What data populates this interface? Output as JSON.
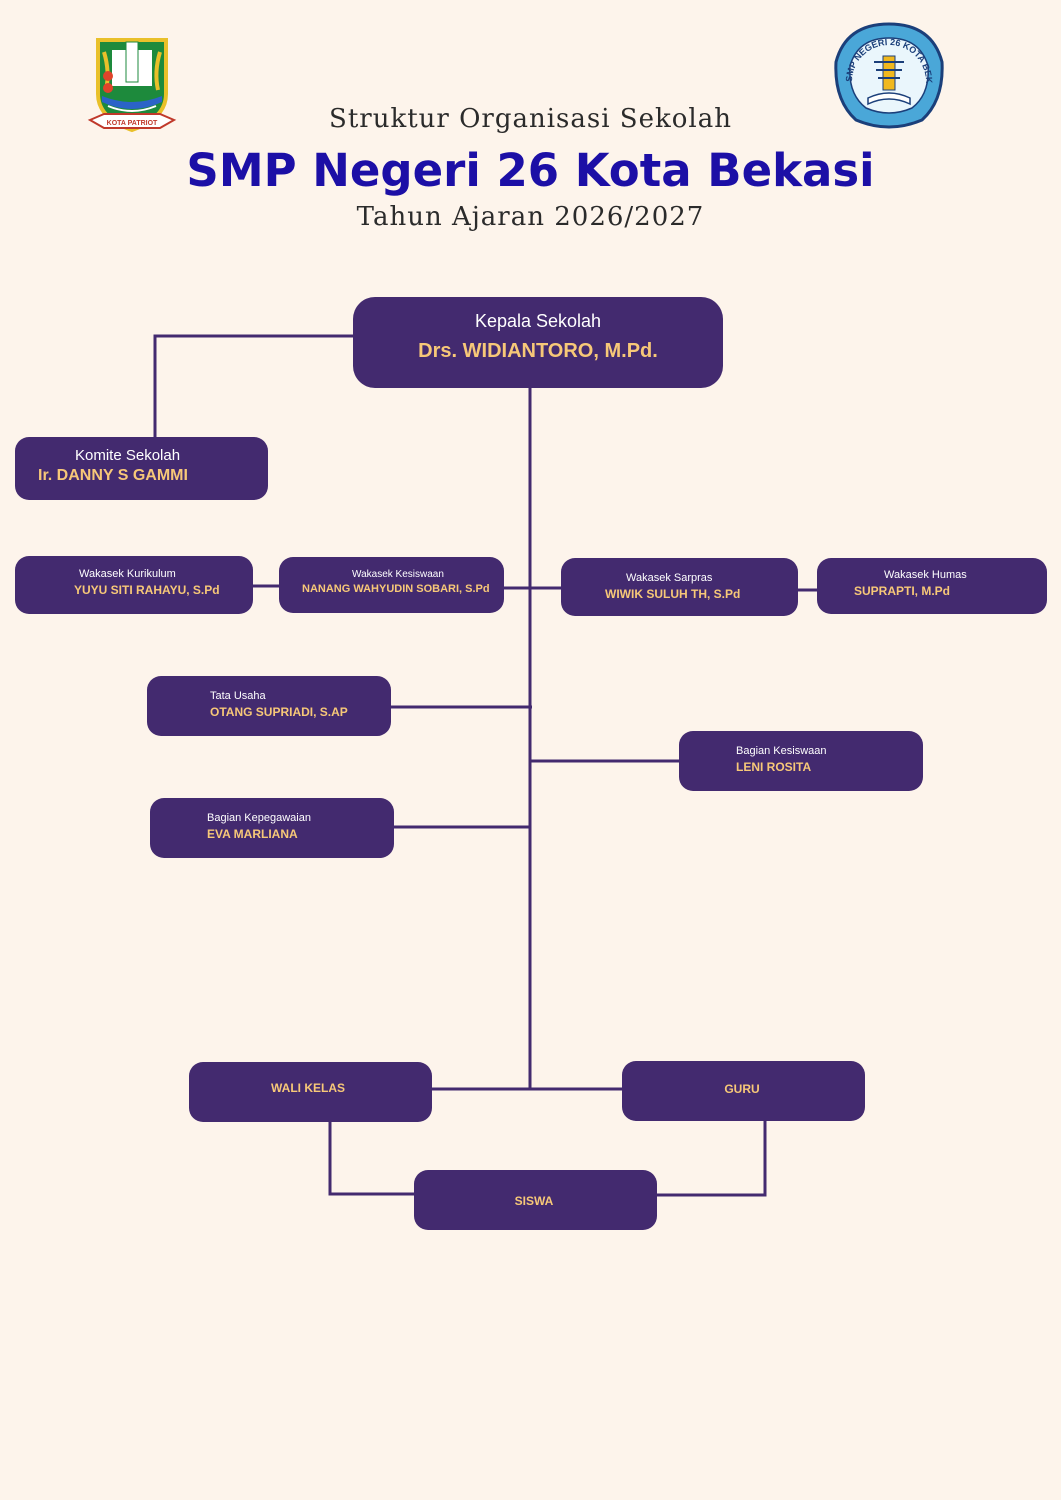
{
  "header": {
    "subtitle": "Struktur Organisasi Sekolah",
    "title": "SMP Negeri 26 Kota Bekasi",
    "year": "Tahun Ajaran 2026/2027"
  },
  "logos": {
    "left_banner": "KOTA PATRIOT",
    "right_ring": "SMP NEGERI 26 KOTA BEKASI"
  },
  "org": {
    "kepala": {
      "role": "Kepala Sekolah",
      "name": "Drs. WIDIANTORO, M.Pd."
    },
    "komite": {
      "role": "Komite Sekolah",
      "name": "Ir. DANNY S GAMMI"
    },
    "kurikulum": {
      "role": "Wakasek Kurikulum",
      "name": "YUYU SITI RAHAYU, S.Pd"
    },
    "kesiswaan": {
      "role": "Wakasek Kesiswaan",
      "name": "NANANG WAHYUDIN SOBARI, S.Pd"
    },
    "sarpras": {
      "role": "Wakasek Sarpras",
      "name": "WIWIK SULUH TH, S.Pd"
    },
    "humas": {
      "role": "Wakasek Humas",
      "name": "SUPRAPTI, M.Pd"
    },
    "tata_usaha": {
      "role": "Tata Usaha",
      "name": "OTANG SUPRIADI, S.AP"
    },
    "bagian_kesiswaan": {
      "role": "Bagian Kesiswaan",
      "name": "LENI ROSITA"
    },
    "bagian_kepegawaian": {
      "role": "Bagian Kepegawaian",
      "name": "EVA MARLIANA"
    },
    "wali_kelas": {
      "name": "WALI KELAS"
    },
    "guru": {
      "name": "GURU"
    },
    "siswa": {
      "name": "SISWA"
    }
  },
  "colors": {
    "background": "#fdf4eb",
    "box": "#432a6f",
    "name_text": "#f7c878",
    "title": "#1c0fa6",
    "lines": "#432a6f"
  }
}
